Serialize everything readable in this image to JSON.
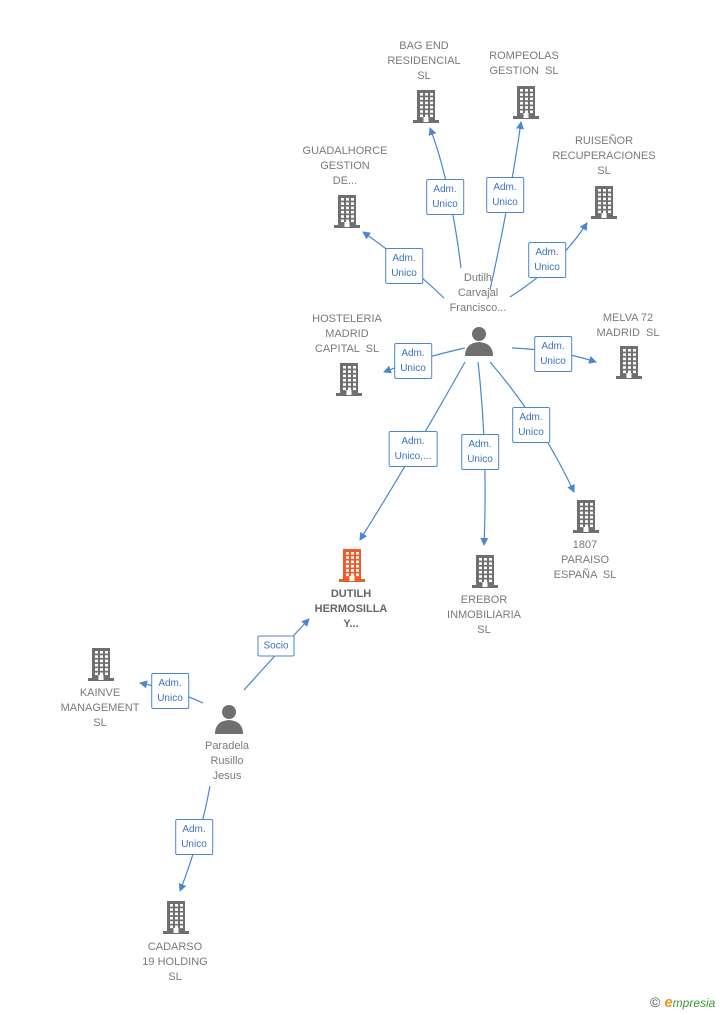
{
  "colors": {
    "company": "#6f6f6f",
    "highlight": "#f05a28",
    "person": "#6f6f6f",
    "link": "#4a86d4"
  },
  "nodes": {
    "bag_end": {
      "label": "BAG END\nRESIDENCIAL\nSL",
      "kind": "company-icon"
    },
    "rompeolas": {
      "label": "ROMPEOLAS\nGESTION  SL",
      "kind": "company-icon"
    },
    "guadalhorce": {
      "label": "GUADALHORCE\nGESTION\nDE...",
      "kind": "company-icon"
    },
    "ruisenor": {
      "label": "RUISEÑOR\nRECUPERACIONES\nSL",
      "kind": "company-icon"
    },
    "dutilh_person": {
      "label": "Dutilh\nCarvajal\nFrancisco...",
      "kind": "person-icon"
    },
    "hosteleria": {
      "label": "HOSTELERIA\nMADRID\nCAPITAL  SL",
      "kind": "company-icon"
    },
    "melva": {
      "label": "MELVA 72\nMADRID  SL",
      "kind": "company-icon"
    },
    "paraiso": {
      "label": "1807\nPARAISO\nESPAÑA  SL",
      "kind": "company-icon"
    },
    "erebor": {
      "label": "EREBOR\nINMOBILIARIA\nSL",
      "kind": "company-icon"
    },
    "dutilh_hermosilla": {
      "label": "DUTILH\nHERMOSILLA\nY...",
      "kind": "company-icon-highlight"
    },
    "kainve": {
      "label": "KAINVE\nMANAGEMENT\nSL",
      "kind": "company-icon"
    },
    "paradela_person": {
      "label": "Paradela\nRusillo\nJesus",
      "kind": "person-icon"
    },
    "cadarso": {
      "label": "CADARSO\n19 HOLDING\nSL",
      "kind": "company-icon"
    }
  },
  "relations": {
    "r_bag_end": "Adm.\nUnico",
    "r_rompeolas": "Adm.\nUnico",
    "r_guadalhorce": "Adm.\nUnico",
    "r_ruisenor": "Adm.\nUnico",
    "r_hosteleria": "Adm.\nUnico",
    "r_melva": "Adm.\nUnico",
    "r_paraiso": "Adm.\nUnico",
    "r_erebor": "Adm.\nUnico",
    "r_dutilh_hermosilla": "Adm.\nUnico,...",
    "r_socio": "Socio",
    "r_kainve": "Adm.\nUnico",
    "r_cadarso": "Adm.\nUnico"
  },
  "brand": {
    "copyright": "©",
    "initial": "e",
    "name": "mpresia"
  }
}
